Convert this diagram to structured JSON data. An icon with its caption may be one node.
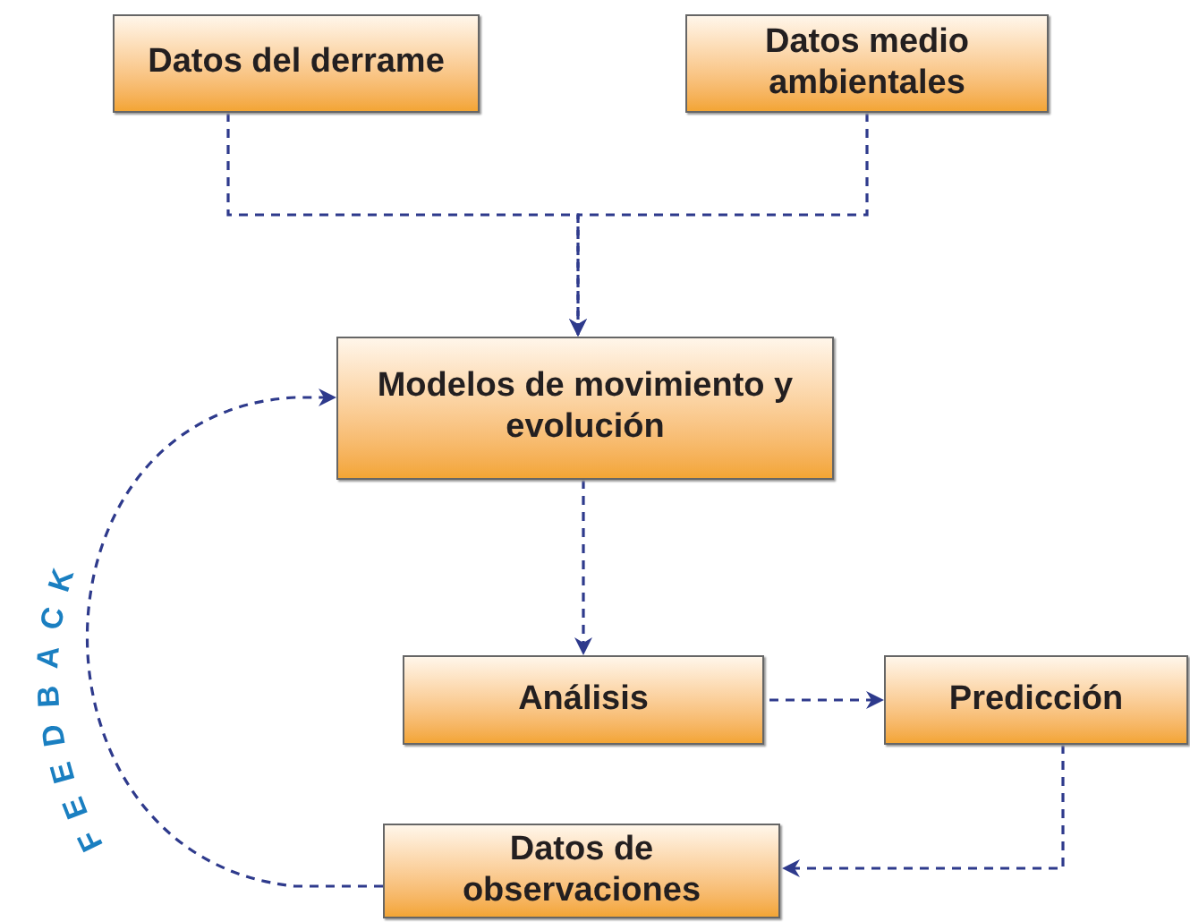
{
  "diagram": {
    "nodes": [
      {
        "text": [
          "Datos del derrame"
        ]
      },
      {
        "text": [
          "Datos medio ambientales"
        ]
      },
      {
        "text": [
          "Modelos de movimiento y evolución"
        ]
      },
      {
        "text": [
          "Análisis"
        ]
      },
      {
        "text": [
          "Predicción"
        ]
      },
      {
        "text": [
          "Datos de observaciones"
        ]
      }
    ],
    "edges": [
      {
        "from": 0,
        "to": 2,
        "arrow": "to",
        "style": "dashed"
      },
      {
        "from": 1,
        "to": 2,
        "arrow": "to",
        "style": "dashed"
      },
      {
        "from": 2,
        "to": 3,
        "arrow": "to",
        "style": "dashed"
      },
      {
        "from": 3,
        "to": 4,
        "arrow": "to",
        "style": "dashed"
      },
      {
        "from": 4,
        "to": 5,
        "arrow": "to",
        "style": "dashed"
      },
      {
        "from": 5,
        "to": 2,
        "arrow": "to",
        "style": "dashed",
        "label": "FEEDBACK"
      }
    ]
  }
}
